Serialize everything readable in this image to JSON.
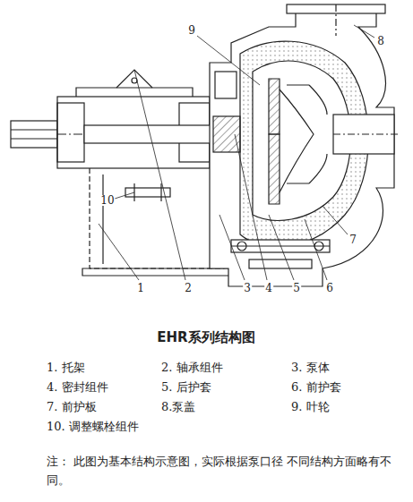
{
  "diagram": {
    "title": "EHR系列结构图",
    "labels": [
      "9",
      "8",
      "10",
      "7",
      "1",
      "2",
      "3",
      "4",
      "5",
      "6",
      "1. 托架",
      "2. 轴承组件",
      "3. 泵体",
      "4. 密封组件",
      "5. 后护套",
      "6. 前护套",
      "7. 前护板",
      "8.泵盖",
      "9. 叶轮",
      "10. 调整螺栓组件",
      "注： 此图为基本结构示意图，实际根据泵口径 不同结构方面略有不同。"
    ]
  }
}
